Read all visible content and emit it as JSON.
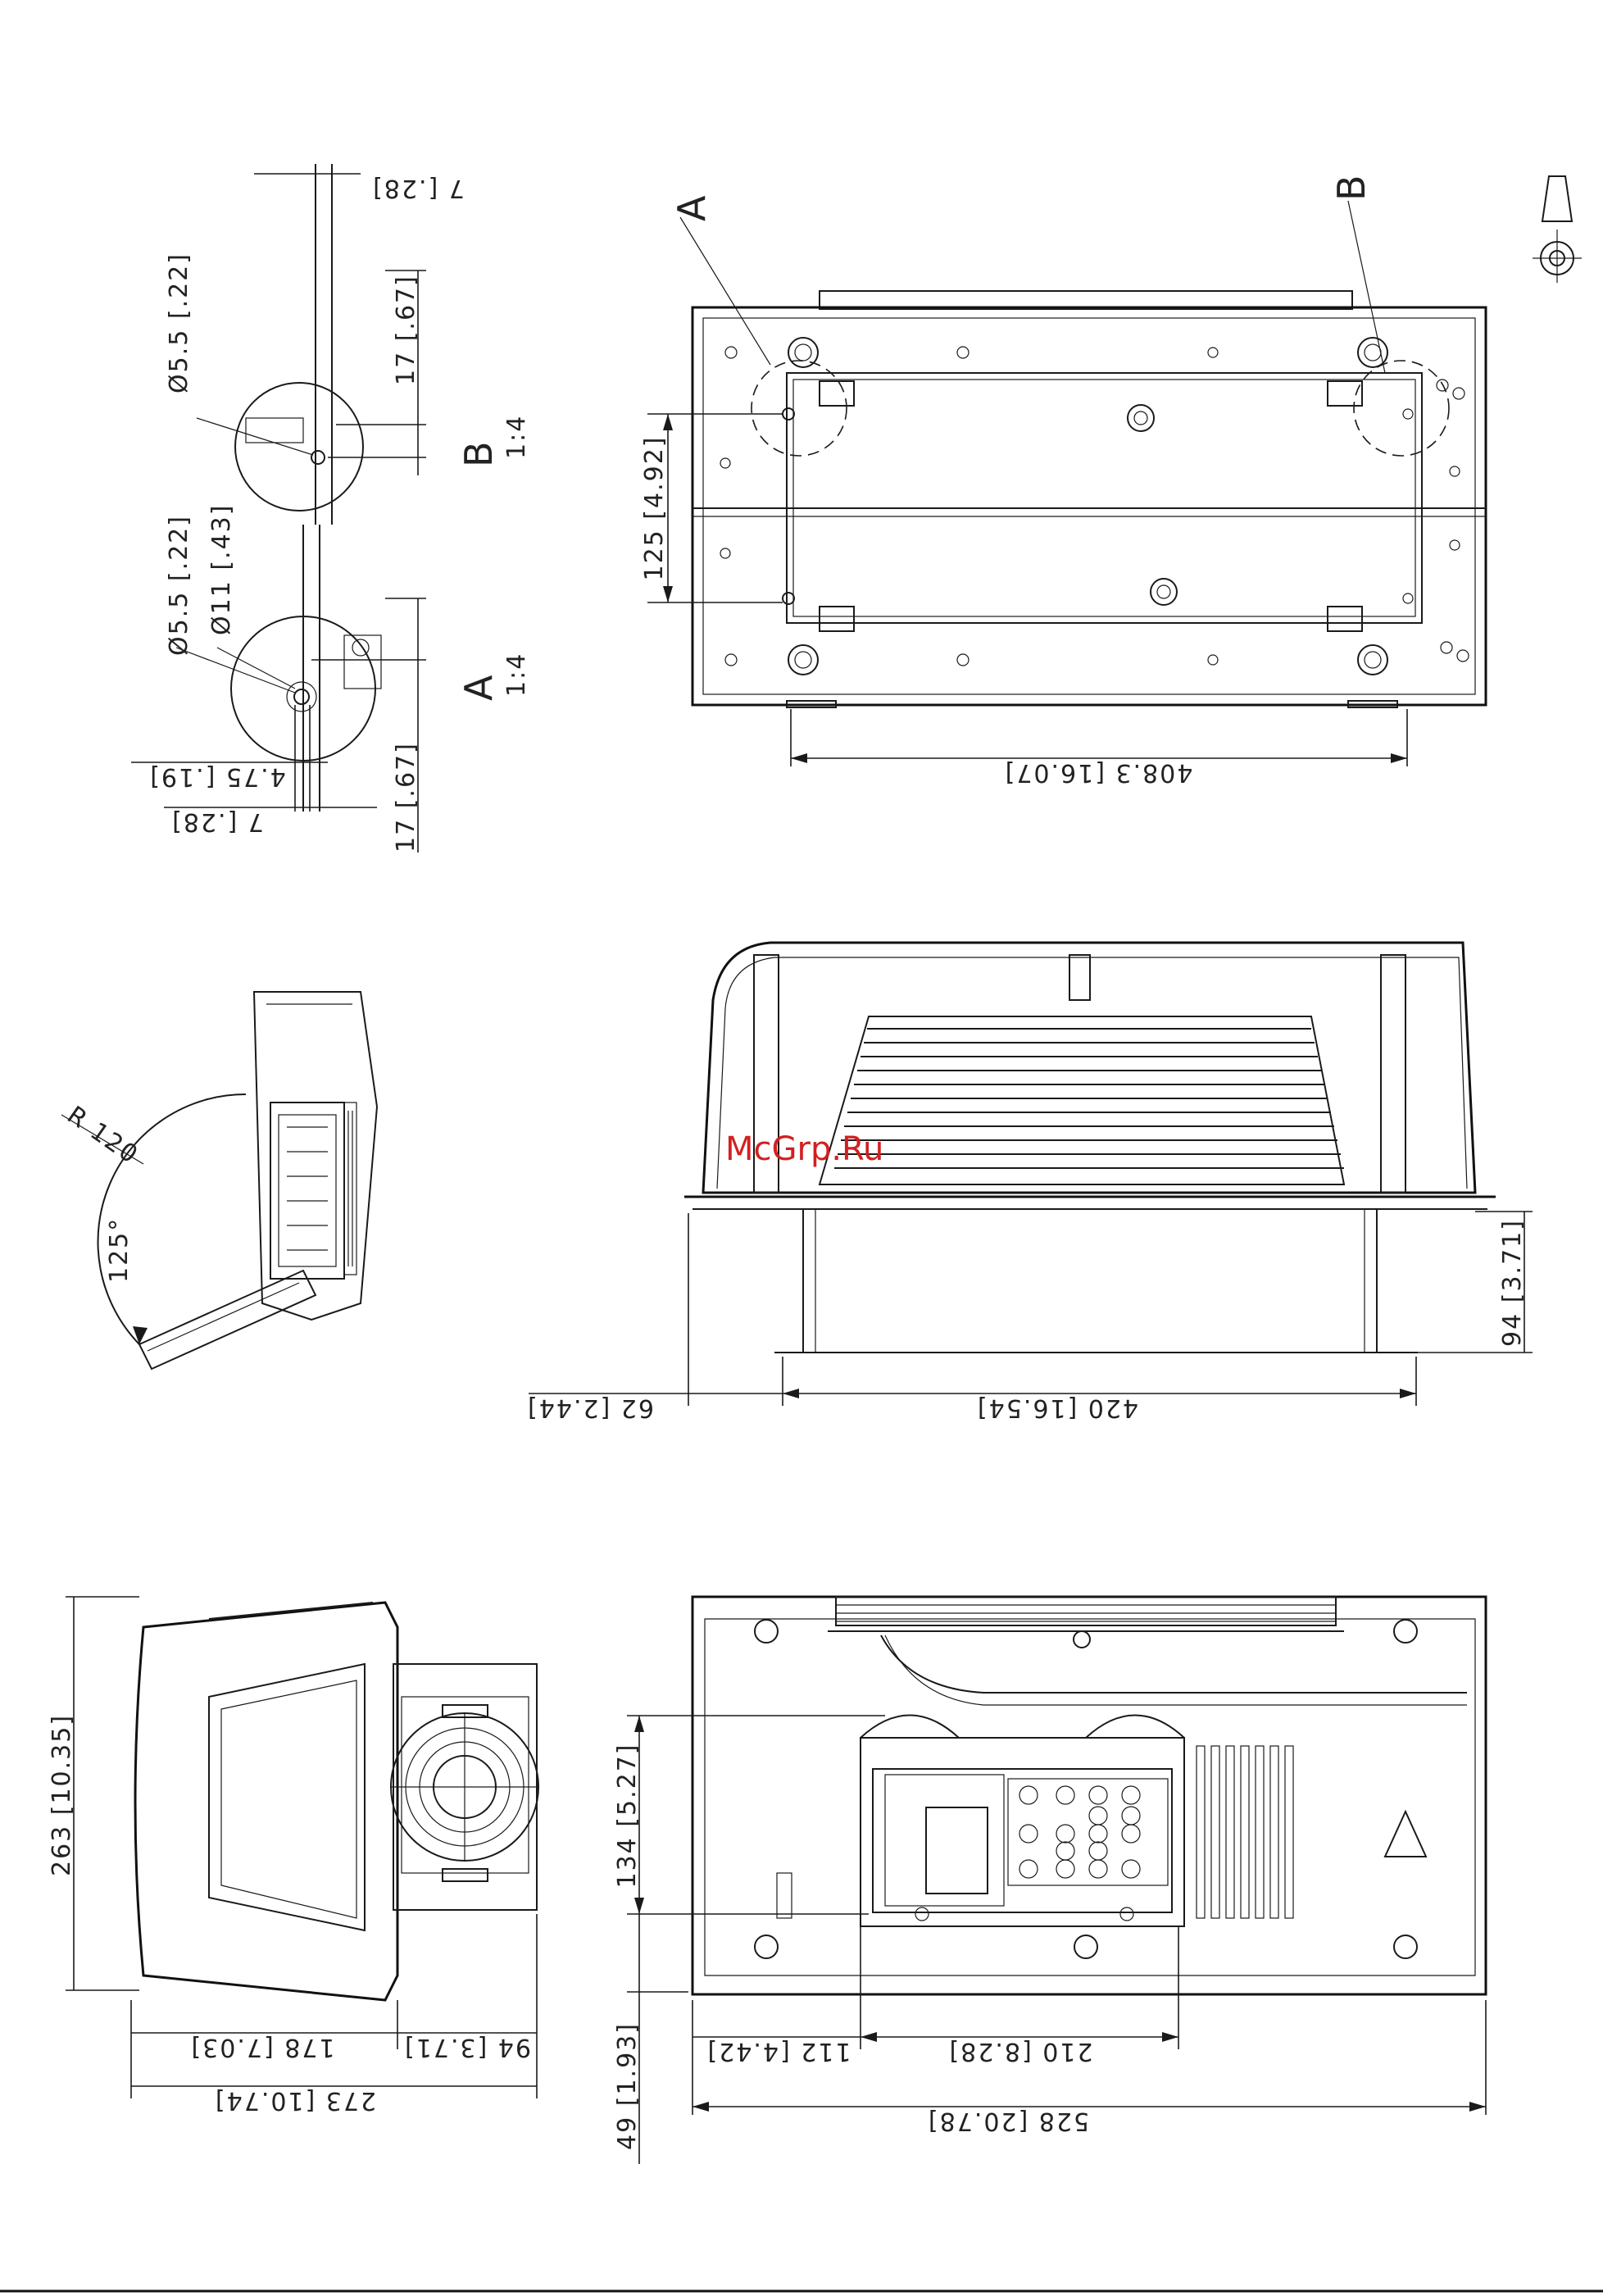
{
  "watermark": "McGrp.Ru",
  "top_view": {
    "detail_a_letter": "A",
    "detail_b_letter": "B",
    "dims": {
      "width": "408.3 [16.07]",
      "height": "125 [4.92]"
    }
  },
  "detail_views": {
    "b_label": "B",
    "b_scale": "1:4",
    "a_label": "A",
    "a_scale": "1:4",
    "dims": {
      "top_offset": "7 [.28]",
      "b_hole": "Ø5.5 [.22]",
      "b_vertical": "17 [.67]",
      "a_hole": "Ø5.5 [.22]",
      "a_slot": "Ø11 [.43]",
      "a_horizontal": "4.75 [.19]",
      "a_offset": "7 [.28]",
      "a_vertical": "17 [.67]"
    }
  },
  "door_view": {
    "radius": "R 120",
    "angle": "125°"
  },
  "front_view": {
    "dims": {
      "left_overhang": "62 [2.44]",
      "base_width": "420 [16.54]",
      "base_height": "94 [3.71]"
    }
  },
  "side_view": {
    "dims": {
      "height": "263 [10.35]",
      "body_depth": "178 [7.03]",
      "back_depth": "94 [3.71]",
      "total_depth": "273 [10.74]"
    }
  },
  "bottom_view": {
    "dims": {
      "panel_height": "134 [5.27]",
      "bottom_margin": "49 [1.93]",
      "left_offset": "112 [4.42]",
      "panel_width": "210 [8.28]",
      "total_width": "528 [20.78]"
    },
    "warning_symbol": "warning-triangle"
  },
  "projection_symbol": "first-angle-projection"
}
